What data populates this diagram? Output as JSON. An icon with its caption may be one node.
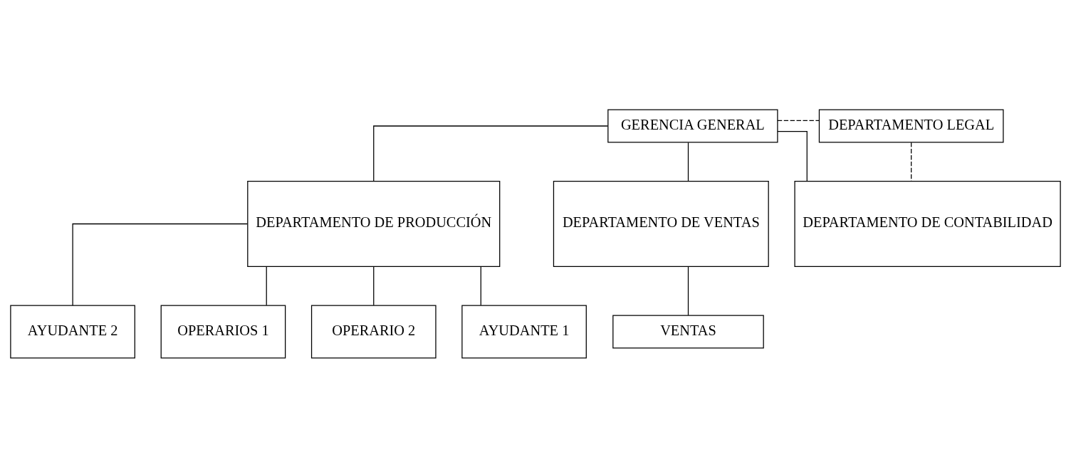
{
  "diagram": {
    "nodes": [
      {
        "text": [
          "GERENCIA GENERAL"
        ]
      },
      {
        "text": [
          "DEPARTAMENTO LEGAL"
        ]
      },
      {
        "text": [
          "DEPARTAMENTO DE CONTABILIDAD"
        ]
      },
      {
        "text": [
          "DEPARTAMENTO DE PRODUCCIÓN"
        ]
      },
      {
        "text": [
          "DEPARTAMENTO DE VENTAS"
        ]
      },
      {
        "text": [
          "VENTAS"
        ]
      },
      {
        "text": [
          "AYUDANTE 1"
        ]
      },
      {
        "text": [
          "AYUDANTE 2"
        ]
      },
      {
        "text": [
          "OPERARIOS 1"
        ]
      },
      {
        "text": [
          "OPERARIO 2"
        ]
      }
    ],
    "edges": [
      {
        "from": 0,
        "to": 1,
        "arrow": "none",
        "style": "dashed"
      },
      {
        "from": 1,
        "to": 2,
        "arrow": "none",
        "style": "dashed"
      },
      {
        "from": 0,
        "to": 2,
        "arrow": "none"
      },
      {
        "from": 0,
        "to": 3,
        "arrow": "none"
      },
      {
        "from": 0,
        "to": 4,
        "arrow": "none"
      },
      {
        "from": 4,
        "to": 5,
        "arrow": "none"
      },
      {
        "from": 3,
        "to": 6,
        "arrow": "none"
      },
      {
        "from": 3,
        "to": 7,
        "arrow": "none"
      },
      {
        "from": 3,
        "to": 8,
        "arrow": "none"
      },
      {
        "from": 3,
        "to": 9,
        "arrow": "none"
      }
    ]
  }
}
